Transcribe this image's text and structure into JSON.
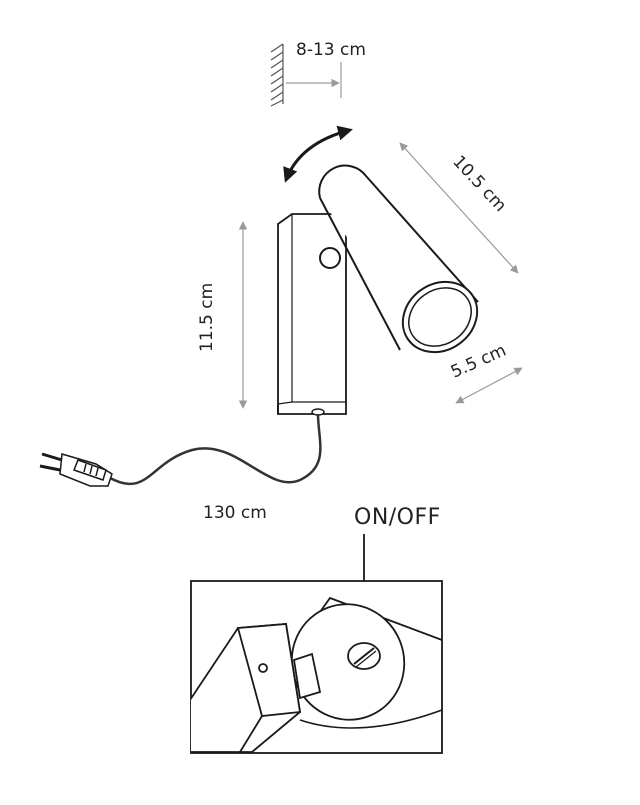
{
  "labels": {
    "wall_distance": "8-13 cm",
    "head_length": "10.5 cm",
    "body_height": "11.5 cm",
    "head_diameter": "5.5 cm",
    "cable_length": "130 cm",
    "switch": "ON/OFF"
  },
  "colors": {
    "line": "#1a1a1a",
    "dimension": "#9a9a9a",
    "background": "#ffffff"
  },
  "icons": {
    "rotation": "curved-double-arrow-icon",
    "plug": "eu-plug-icon",
    "wall": "wall-hatch-icon"
  }
}
